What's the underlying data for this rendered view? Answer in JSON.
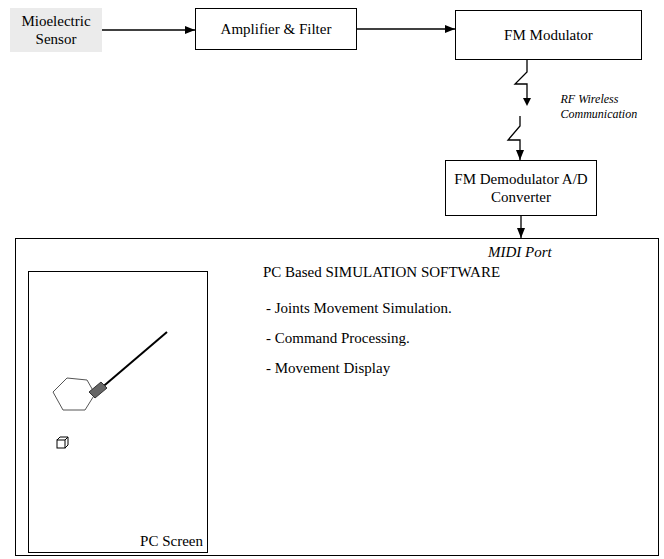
{
  "diagram": {
    "nodes": [
      {
        "text": [
          "Mioelectric Sensor"
        ]
      },
      {
        "text": [
          "Amplifier & Filter"
        ]
      },
      {
        "text": [
          "FM Modulator"
        ]
      },
      {
        "text": [
          "FM Demodulator A/D Converter"
        ]
      },
      {
        "text": [
          "MIDI Port",
          "PC Based SIMULATION SOFTWARE",
          "- Joints Movement Simulation.",
          "- Command Processing.",
          "- Movement Display"
        ]
      },
      {
        "text": [
          "PC Screen"
        ],
        "in": 4
      }
    ],
    "edges": [
      {
        "from": 0,
        "to": 1,
        "arrow": "to"
      },
      {
        "from": 1,
        "to": 2,
        "arrow": "to"
      },
      {
        "from": 2,
        "to": 3,
        "label": "RF Wireless Communication",
        "arrow": "to"
      },
      {
        "from": 3,
        "to": 4,
        "arrow": "to"
      }
    ]
  }
}
